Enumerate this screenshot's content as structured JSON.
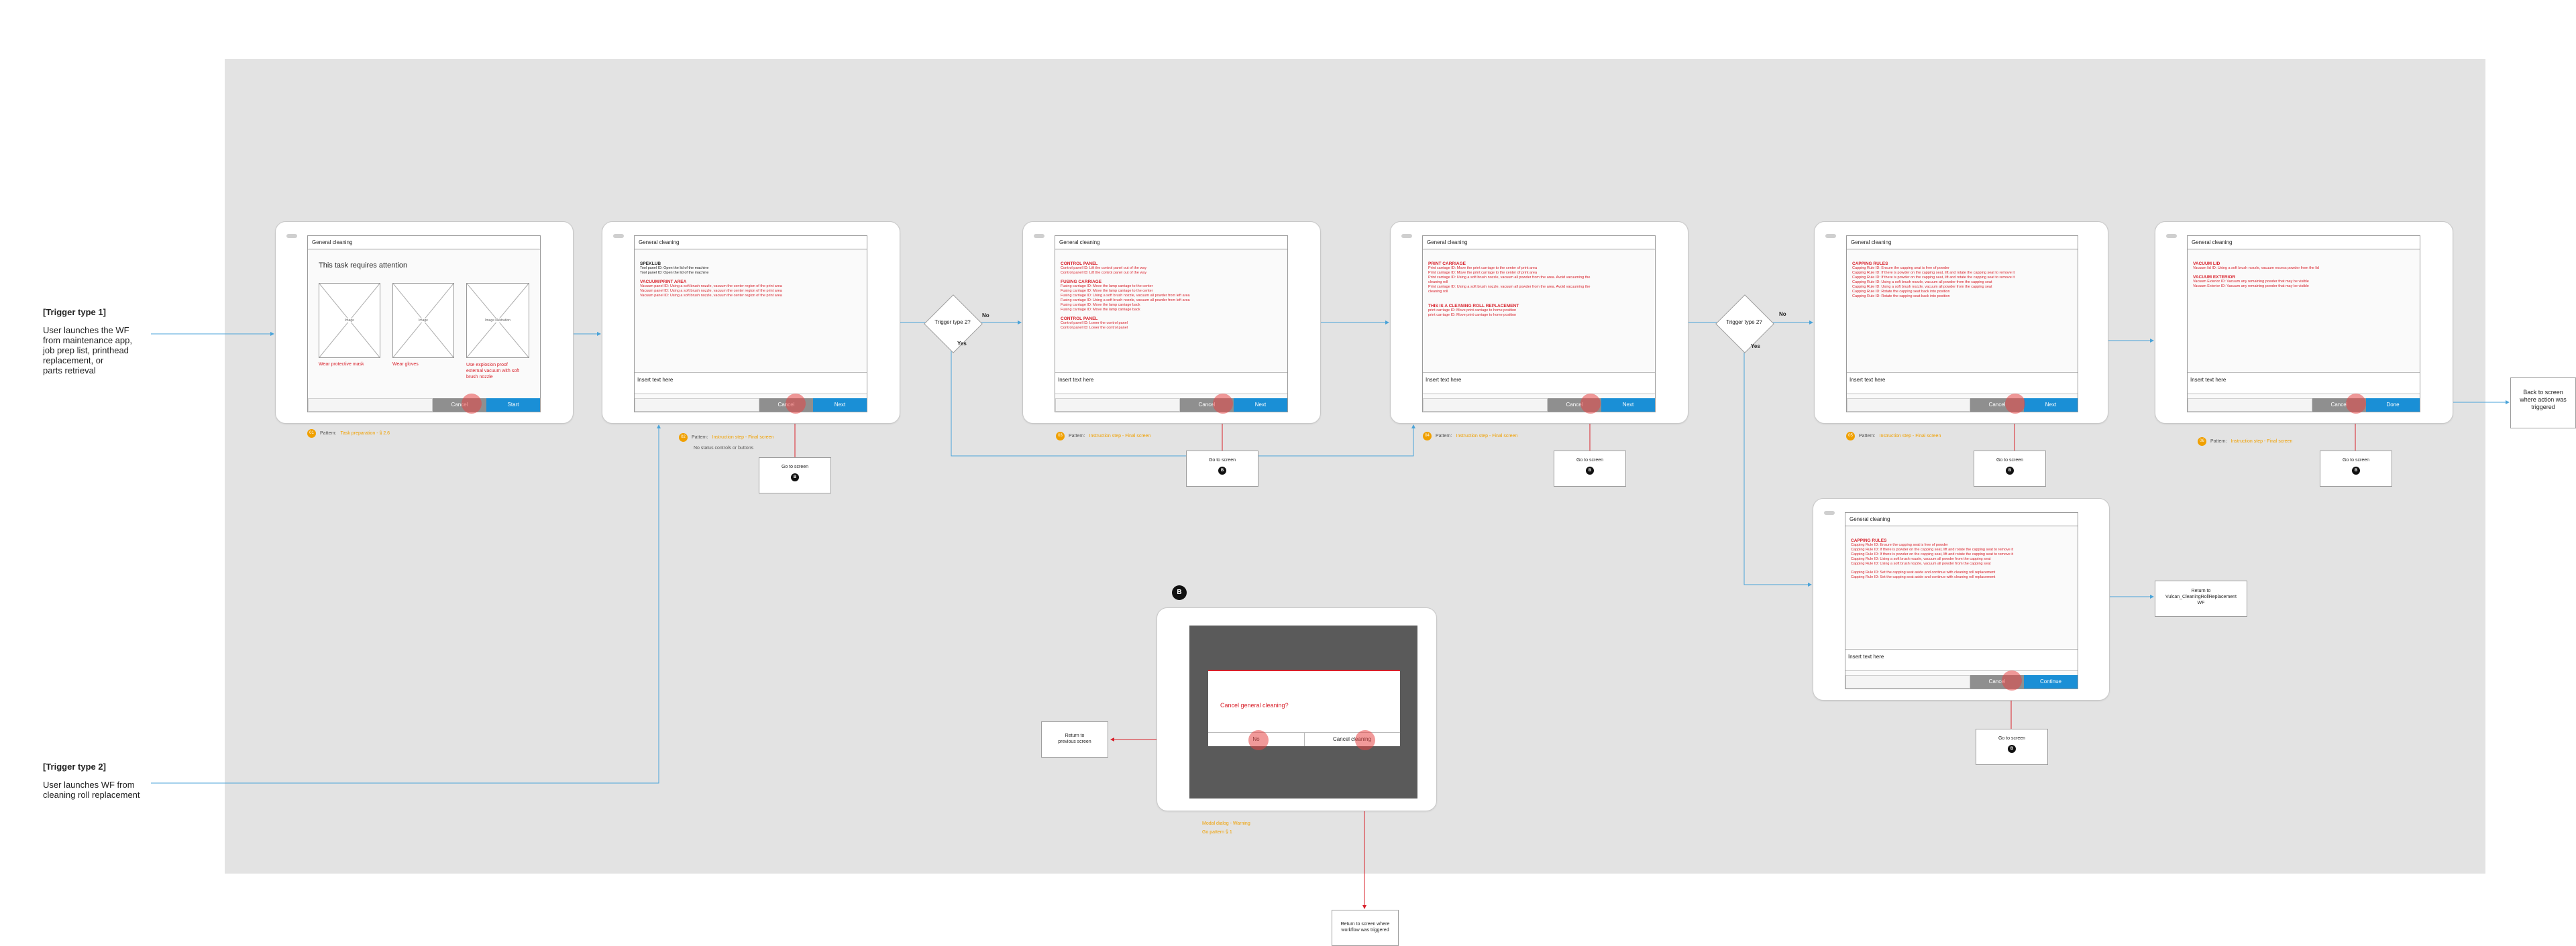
{
  "triggers": {
    "t1_title": "[Trigger type 1]",
    "t1_line1": "User launches the WF",
    "t1_line2": "from maintenance app,",
    "t1_line3": "job prep list, printhead",
    "t1_line4": "replacement, or",
    "t1_line5": "parts retrieval",
    "t2_title": "[Trigger type 2]",
    "t2_line1": "User launches WF from",
    "t2_line2": "cleaning roll replacement"
  },
  "common": {
    "screen_title": "General cleaning",
    "input_placeholder": "Insert text here",
    "cancel": "Cancel",
    "next": "Next"
  },
  "s1": {
    "heading": "This task requires attention",
    "img1": "Image",
    "img2": "Image",
    "img3": "Image illustration",
    "cap1": "Wear protective mask",
    "cap2": "Wear gloves",
    "cap3_1": "Use explosion proof",
    "cap3_2": "external vacuum with soft",
    "cap3_3": "brush nozzle",
    "start": "Start",
    "note_num": "01",
    "note_label": "Pattern:",
    "note_link": "Task preparation - § 2.6"
  },
  "s2": {
    "sec1": "SPEKLUB",
    "sec1_l1": "Tool panel ID: Open the lid of the machine",
    "sec1_l2": "Tool panel ID: Open the lid of the machine",
    "sec2": "VACUUM/PRINT AREA",
    "sec2_l1": "Vacuum panel ID: Using a soft brush nozzle, vacuum the center region of the print area",
    "sec2_l2": "Vacuum panel ID: Using a soft brush nozzle, vacuum the center region of the print area",
    "sec2_l3": "Vacuum panel ID: Using a soft brush nozzle, vacuum the center region of the print area",
    "note_num": "02",
    "note_label": "Pattern:",
    "note_link": "Instruction step - Final screen",
    "note_extra": "No status controls or buttons"
  },
  "s3": {
    "sec1": "CONTROL PANEL",
    "sec1_l1": "Control panel ID: Lift the control panel out of the way",
    "sec1_l2": "Control panel ID: Lift the control panel out of the way",
    "sec2": "FUSING CARRIAGE",
    "sec2_l1": "Fusing carriage ID: Move the lamp carriage to the center",
    "sec2_l2": "Fusing carriage ID: Move the lamp carriage to the center",
    "sec2_l3": "Fusing carriage ID: Using a soft brush nozzle, vacuum all powder from left area",
    "sec2_l4": "Fusing carriage ID: Using a soft brush nozzle, vacuum all powder from left area",
    "sec2_l5": "Fusing carriage ID: Move the lamp carriage back",
    "sec2_l6": "Fusing carriage ID: Move the lamp carriage back",
    "sec3": "CONTROL PANEL",
    "sec3_l1": "Control panel ID: Lower the control panel",
    "sec3_l2": "Control panel ID: Lower the control panel",
    "note_num": "03",
    "note_label": "Pattern:",
    "note_link": "Instruction step - Final screen"
  },
  "s4": {
    "sec1": "PRINT CARRIAGE",
    "sec1_l1": "Print carriage ID: Move the print carriage to the center of print area",
    "sec1_l2": "Print carriage ID: Move the print carriage to the center of print area",
    "sec1_l3": "Print carriage ID: Using a soft brush nozzle, vacuum all powder from the area. Avoid vacuuming the",
    "sec1_l4": "cleaning roll",
    "sec1_l5": "Print carriage ID: Using a soft brush nozzle, vacuum all powder from the area. Avoid vacuuming the",
    "sec1_l6": "cleaning roll",
    "sec2": "THIS IS A CLEANING ROLL REPLACEMENT",
    "sec2_l1": "print carriage ID: Move print carriage to home position",
    "sec2_l2": "print carriage ID: Move print carriage to home position",
    "note_num": "04",
    "note_label": "Pattern:",
    "note_link": "Instruction step - Final screen"
  },
  "s5": {
    "sec1": "CAPPING RULES",
    "sec1_l1": "Capping Rule ID: Ensure the capping seat is free of powder",
    "sec1_l2": "Capping Rule ID: If there is powder on the capping seat, lift and rotate the capping seat to remove it",
    "sec1_l3": "Capping Rule ID: If there is powder on the capping seat, lift and rotate the capping seat to remove it",
    "sec1_l4": "Capping Rule ID: Using a soft brush nozzle, vacuum all powder from the capping seat",
    "sec1_l5": "Capping Rule ID: Using a soft brush nozzle, vacuum all powder from the capping seat",
    "sec1_l6": "Capping Rule ID: Rotate the capping seat back into position",
    "sec1_l7": "Capping Rule ID: Rotate the capping seat back into position",
    "note_num": "05",
    "note_label": "Pattern:",
    "note_link": "Instruction step - Final screen"
  },
  "s6": {
    "sec1": "VACUUM LID",
    "sec1_l1": "Vacuum lid ID: Using a soft brush nozzle, vacuum excess powder from the lid",
    "sec2": "VACUUM EXTERIOR",
    "sec2_l1": "Vacuum Exterior ID: Vacuum any remaining powder that may be visible",
    "sec2_l2": "Vacuum Exterior ID: Vacuum any remaining powder that may be visible",
    "done": "Done",
    "note_num": "06",
    "note_label": "Pattern:",
    "note_link": "Instruction step - Final screen"
  },
  "s7": {
    "sec1": "CAPPING RULES",
    "sec1_l1": "Capping Rule ID: Ensure the capping seat is free of powder",
    "sec1_l2": "Capping Rule ID: If there is powder on the capping seat, lift and rotate the capping seat to remove it",
    "sec1_l3": "Capping Rule ID: If there is powder on the capping seat, lift and rotate the capping seat to remove it",
    "sec1_l4": "Capping Rule ID: Using a soft brush nozzle, vacuum all powder from the capping seat",
    "sec1_l5": "Capping Rule ID: Using a soft brush nozzle, vacuum all powder from the capping seat",
    "sec2_l1": "Capping Rule ID: Set the capping seat aside and continue with cleaning roll replacement",
    "sec2_l2": "Capping Rule ID: Set the capping seat aside and continue with cleaning roll replacement",
    "continue": "Continue"
  },
  "dialog": {
    "badge": "B",
    "question": "Cancel general cleaning?",
    "no": "No",
    "yes": "Cancel cleaning",
    "note1": "Modal dialog - Warning",
    "note2": "Go pattern § 1"
  },
  "decisions": {
    "d1": "Trigger type 2?",
    "d2": "Trigger type 2?",
    "no": "No",
    "yes": "Yes"
  },
  "boxes": {
    "goto": "Go to screen",
    "badge": "B",
    "back_l1": "Back to screen",
    "back_l2": "where action was",
    "back_l3": "triggered",
    "return_l1": "Return to",
    "return_l2": "Vulcan_CleaningRollReplacement",
    "return_l3": "WF",
    "prev_l1": "Return to",
    "prev_l2": "previous screen",
    "wf_l1": "Return to screen where",
    "wf_l2": "workflow was triggered"
  },
  "colors": {
    "accent": "#1a8fd6",
    "warning": "#d8202a",
    "note": "#f0a000",
    "flow": "#4aa3d8",
    "canvas": "#e3e3e3"
  }
}
